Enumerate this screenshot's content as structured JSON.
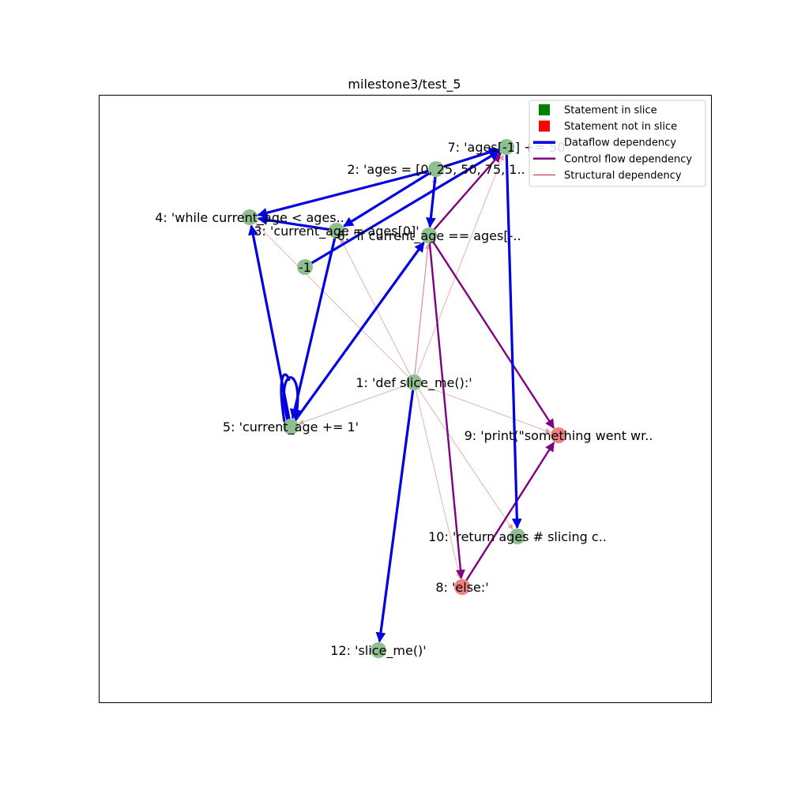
{
  "title": "milestone3/test_5",
  "colors": {
    "in_slice": "#8fbf8f",
    "not_in_slice": "#f08080",
    "dataflow": "#0000e0",
    "control": "#800080",
    "structural": "#b22222",
    "legend_in": "#008000",
    "legend_not": "#ff0000"
  },
  "legend": [
    {
      "kind": "square",
      "color": "#008000",
      "label": "Statement in slice"
    },
    {
      "kind": "square",
      "color": "#ff0000",
      "label": "Statement not in slice"
    },
    {
      "kind": "line-dataflow",
      "color": "#0000e0",
      "label": "Dataflow dependency"
    },
    {
      "kind": "line-control",
      "color": "#800080",
      "label": "Control flow dependency"
    },
    {
      "kind": "line-structural",
      "color": "#b22222",
      "label": "Structural dependency"
    }
  ],
  "nodes": [
    {
      "id": "n1",
      "label": "1: 'def slice_me():'",
      "in_slice": true
    },
    {
      "id": "n2",
      "label": "2: 'ages = [0, 25, 50, 75, 1..",
      "in_slice": true
    },
    {
      "id": "n3",
      "label": "3: 'current_age = ages[0]'",
      "in_slice": true
    },
    {
      "id": "n4",
      "label": "4: 'while current_age < ages..",
      "in_slice": true
    },
    {
      "id": "n5",
      "label": "5: 'current_age += 1'",
      "in_slice": true
    },
    {
      "id": "n6",
      "label": "6: 'if current_age == ages[-..",
      "in_slice": true
    },
    {
      "id": "n7",
      "label": "7: 'ages[-1] += 50",
      "in_slice": true
    },
    {
      "id": "n8",
      "label": "8: 'else:'",
      "in_slice": false
    },
    {
      "id": "n9",
      "label": "9: 'print(\"something went wr..",
      "in_slice": false
    },
    {
      "id": "n10",
      "label": "10: 'return ages # slicing c..",
      "in_slice": true
    },
    {
      "id": "n11",
      "label": "-1",
      "in_slice": true
    },
    {
      "id": "n12",
      "label": "12: 'slice_me()'",
      "in_slice": true
    }
  ],
  "edges": [
    {
      "from": "n1",
      "to": "n2",
      "type": "structural"
    },
    {
      "from": "n1",
      "to": "n3",
      "type": "structural"
    },
    {
      "from": "n1",
      "to": "n4",
      "type": "structural"
    },
    {
      "from": "n1",
      "to": "n5",
      "type": "structural"
    },
    {
      "from": "n1",
      "to": "n6",
      "type": "structural"
    },
    {
      "from": "n1",
      "to": "n7",
      "type": "structural"
    },
    {
      "from": "n1",
      "to": "n8",
      "type": "structural"
    },
    {
      "from": "n1",
      "to": "n9",
      "type": "structural"
    },
    {
      "from": "n1",
      "to": "n10",
      "type": "structural"
    },
    {
      "from": "n2",
      "to": "n4",
      "type": "dataflow"
    },
    {
      "from": "n2",
      "to": "n3",
      "type": "dataflow"
    },
    {
      "from": "n2",
      "to": "n6",
      "type": "dataflow"
    },
    {
      "from": "n2",
      "to": "n7",
      "type": "dataflow"
    },
    {
      "from": "n3",
      "to": "n4",
      "type": "dataflow"
    },
    {
      "from": "n3",
      "to": "n5",
      "type": "dataflow"
    },
    {
      "from": "n5",
      "to": "n4",
      "type": "dataflow"
    },
    {
      "from": "n5",
      "to": "n6",
      "type": "dataflow"
    },
    {
      "from": "n5",
      "to": "n5",
      "type": "dataflow-loop"
    },
    {
      "from": "n11",
      "to": "n7",
      "type": "dataflow"
    },
    {
      "from": "n7",
      "to": "n10",
      "type": "dataflow"
    },
    {
      "from": "n1",
      "to": "n12",
      "type": "dataflow"
    },
    {
      "from": "n6",
      "to": "n7",
      "type": "control"
    },
    {
      "from": "n6",
      "to": "n8",
      "type": "control"
    },
    {
      "from": "n6",
      "to": "n9",
      "type": "control"
    },
    {
      "from": "n8",
      "to": "n9",
      "type": "control"
    }
  ]
}
